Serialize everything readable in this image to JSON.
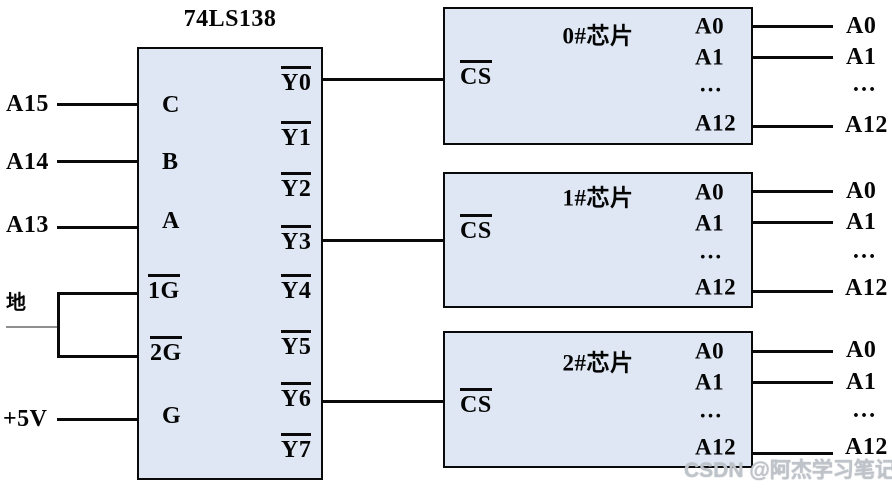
{
  "decoder": {
    "title": "74LS138",
    "inputs": {
      "c": "C",
      "b": "B",
      "a": "A",
      "g1": "1G",
      "g2": "2G",
      "g": "G"
    },
    "outputs": [
      "Y0",
      "Y1",
      "Y2",
      "Y3",
      "Y4",
      "Y5",
      "Y6",
      "Y7"
    ]
  },
  "left_signals": {
    "a15": "A15",
    "a14": "A14",
    "a13": "A13",
    "ground": "地",
    "vcc": "+5V"
  },
  "chips": [
    {
      "title": "0#芯片",
      "cs": "CS",
      "pins": [
        "A0",
        "A1",
        "…",
        "A12"
      ],
      "bus": [
        "A0",
        "A1",
        "…",
        "A12"
      ]
    },
    {
      "title": "1#芯片",
      "cs": "CS",
      "pins": [
        "A0",
        "A1",
        "…",
        "A12"
      ],
      "bus": [
        "A0",
        "A1",
        "…",
        "A12"
      ]
    },
    {
      "title": "2#芯片",
      "cs": "CS",
      "pins": [
        "A0",
        "A1",
        "…",
        "A12"
      ],
      "bus": [
        "A0",
        "A1",
        "…",
        "A12"
      ]
    }
  ],
  "watermark": "CSDN @阿杰学习笔记",
  "colors": {
    "chip_fill": "#dee7f3",
    "line": "#0a0a0a",
    "ground_wire": "#8f8f8f",
    "watermark_text": "#bfc3ca"
  }
}
